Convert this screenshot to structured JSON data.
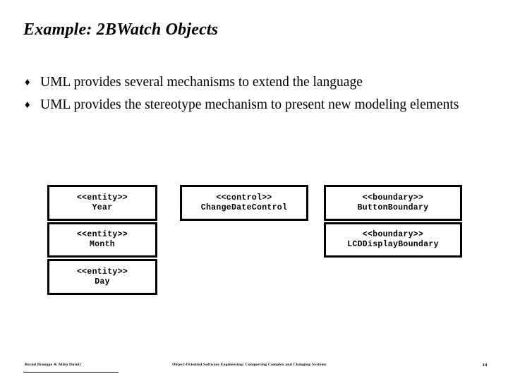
{
  "slide": {
    "title": "Example: 2BWatch Objects",
    "page_number": "14"
  },
  "bullets": {
    "marker": "♦",
    "items": [
      "UML provides several mechanisms to extend the language",
      "UML provides the stereotype mechanism to present new modeling elements"
    ]
  },
  "diagram": {
    "boxes": [
      {
        "stereotype": "<<entity>>",
        "name": "Year"
      },
      {
        "stereotype": "<<entity>>",
        "name": "Month"
      },
      {
        "stereotype": "<<entity>>",
        "name": "Day"
      },
      {
        "stereotype": "<<control>>",
        "name": "ChangeDateControl"
      },
      {
        "stereotype": "<<boundary>>",
        "name": "ButtonBoundary"
      },
      {
        "stereotype": "<<boundary>>",
        "name": "LCDDisplayBoundary"
      }
    ]
  },
  "footer": {
    "authors": "Bernd Bruegge & Allen Dutoit",
    "book": "Object-Oriented Software Engineering: Conquering Complex and Changing Systems",
    "page": "14"
  },
  "colors": {
    "background": "#ffffff",
    "text": "#000000",
    "box_border": "#000000"
  }
}
